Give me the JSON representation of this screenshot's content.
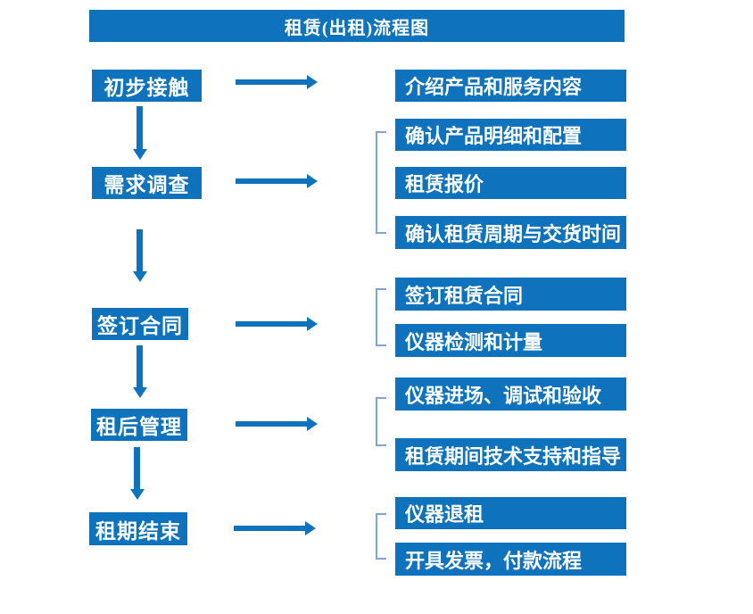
{
  "title": "租赁(出租)流程图",
  "colors": {
    "primary_blue": "#0E72BC",
    "bracket_blue": "#7CA6D9",
    "text_white": "#FFFFFF",
    "background": "#FFFFFF"
  },
  "stages": [
    {
      "label": "初步接触",
      "details": [
        "介绍产品和服务内容"
      ]
    },
    {
      "label": "需求调查",
      "details": [
        "确认产品明细和配置",
        "租赁报价",
        "确认租赁周期与交货时间"
      ]
    },
    {
      "label": "签订合同",
      "details": [
        "签订租赁合同",
        "仪器检测和计量"
      ]
    },
    {
      "label": "租后管理",
      "details": [
        "仪器进场、调试和验收",
        "租赁期间技术支持和指导"
      ]
    },
    {
      "label": "租期结束",
      "details": [
        "仪器退租",
        "开具发票，付款流程"
      ]
    }
  ]
}
